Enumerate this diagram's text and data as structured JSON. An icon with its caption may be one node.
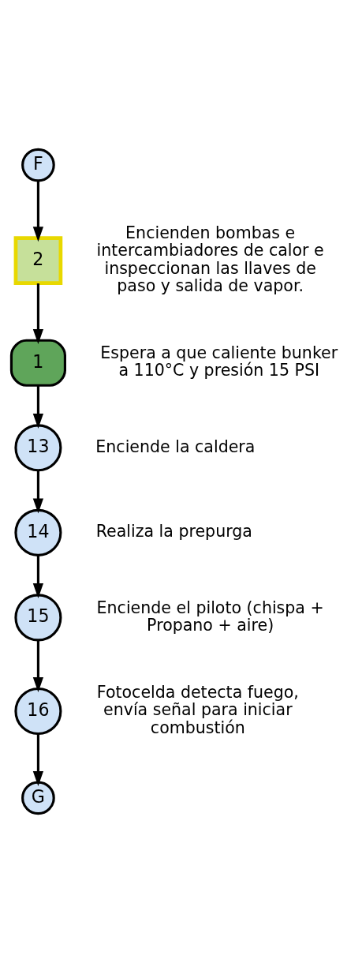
{
  "diagram": {
    "nodes": [
      {
        "text": [
          "F"
        ]
      },
      {
        "text": [
          "2"
        ],
        "beside": [
          "Encienden bombas e intercambiadores de calor e inspeccionan las llaves de paso y salida de vapor."
        ]
      },
      {
        "text": [
          "1"
        ],
        "beside": [
          "Espera a que caliente bunker a 110°C y presión 15 PSI"
        ]
      },
      {
        "text": [
          "13"
        ],
        "beside": [
          "Enciende la caldera"
        ]
      },
      {
        "text": [
          "14"
        ],
        "beside": [
          "Realiza la prepurga"
        ]
      },
      {
        "text": [
          "15"
        ],
        "beside": [
          "Enciende el piloto (chispa + Propano + aire)"
        ]
      },
      {
        "text": [
          "16"
        ],
        "beside": [
          "Fotocelda detecta fuego, envía señal para iniciar combustión"
        ]
      },
      {
        "text": [
          "G"
        ]
      }
    ],
    "edges": [
      {
        "from": 0,
        "to": 1,
        "arrow": "to"
      },
      {
        "from": 1,
        "to": 2,
        "arrow": "to"
      },
      {
        "from": 2,
        "to": 3,
        "arrow": "to"
      },
      {
        "from": 3,
        "to": 4,
        "arrow": "to"
      },
      {
        "from": 4,
        "to": 5,
        "arrow": "to"
      },
      {
        "from": 5,
        "to": 6,
        "arrow": "to"
      },
      {
        "from": 6,
        "to": 7,
        "arrow": "to"
      }
    ]
  }
}
